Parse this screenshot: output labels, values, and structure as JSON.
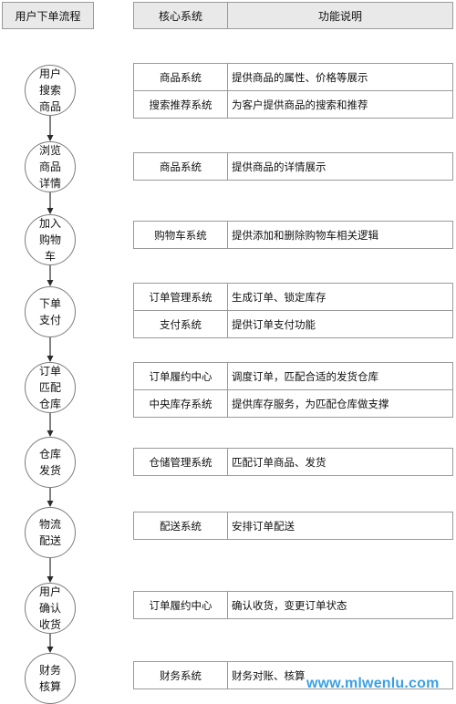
{
  "headers": {
    "flow": "用户下单流程",
    "system": "核心系统",
    "function": "功能说明"
  },
  "steps": [
    {
      "label": "用户搜索商品",
      "rows": [
        {
          "system": "商品系统",
          "desc": "提供商品的属性、价格等展示"
        },
        {
          "system": "搜索推荐系统",
          "desc": "为客户提供商品的搜索和推荐"
        }
      ]
    },
    {
      "label": "浏览商品详情",
      "rows": [
        {
          "system": "商品系统",
          "desc": "提供商品的详情展示"
        }
      ]
    },
    {
      "label": "加入购物车",
      "rows": [
        {
          "system": "购物车系统",
          "desc": "提供添加和删除购物车相关逻辑"
        }
      ]
    },
    {
      "label": "下单支付",
      "rows": [
        {
          "system": "订单管理系统",
          "desc": "生成订单、锁定库存"
        },
        {
          "system": "支付系统",
          "desc": "提供订单支付功能"
        }
      ]
    },
    {
      "label": "订单匹配仓库",
      "rows": [
        {
          "system": "订单履约中心",
          "desc": "调度订单，匹配合适的发货仓库"
        },
        {
          "system": "中央库存系统",
          "desc": "提供库存服务，为匹配仓库做支撑"
        }
      ]
    },
    {
      "label": "仓库发货",
      "rows": [
        {
          "system": "仓储管理系统",
          "desc": "匹配订单商品、发货"
        }
      ]
    },
    {
      "label": "物流配送",
      "rows": [
        {
          "system": "配送系统",
          "desc": "安排订单配送"
        }
      ]
    },
    {
      "label": "用户确认收货",
      "rows": [
        {
          "system": "订单履约中心",
          "desc": "确认收货，变更订单状态"
        }
      ]
    },
    {
      "label": "财务核算",
      "rows": [
        {
          "system": "财务系统",
          "desc": "财务对账、核算"
        }
      ]
    }
  ],
  "watermark": "www.mlwenlu.com"
}
